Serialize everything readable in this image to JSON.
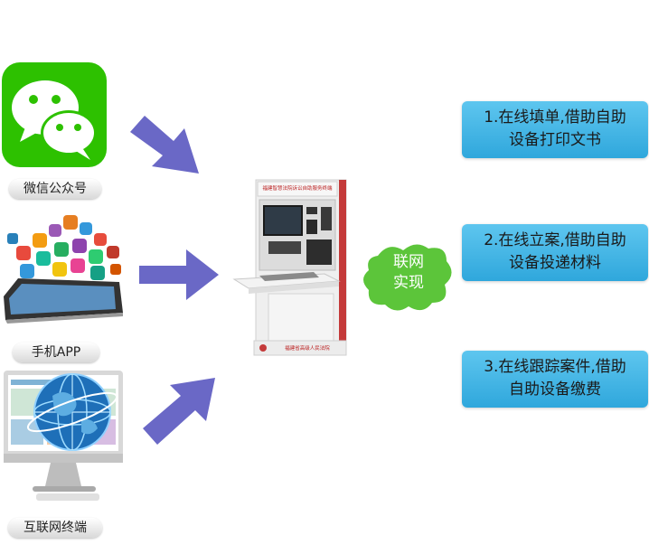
{
  "sources": [
    {
      "label": "微信公众号"
    },
    {
      "label": "手机APP"
    },
    {
      "label": "互联网终端"
    }
  ],
  "kiosk": {
    "header_text": "福建智慧法院诉讼自助服务终端",
    "base_text": "福建省高级人民法院"
  },
  "connector": {
    "line1": "联网",
    "line2": "实现"
  },
  "results": [
    {
      "line1": "1.在线填单,借助自助",
      "line2": "设备打印文书"
    },
    {
      "line1": "2.在线立案,借助自助",
      "line2": "设备投递材料"
    },
    {
      "line1": "3.在线跟踪案件,借助",
      "line2": "自助设备缴费"
    }
  ],
  "colors": {
    "wechat_green": "#2dc100",
    "arrow_purple": "#6a68c6",
    "result_blue": "#3fb4e6",
    "blob_green": "#5cc53a"
  }
}
